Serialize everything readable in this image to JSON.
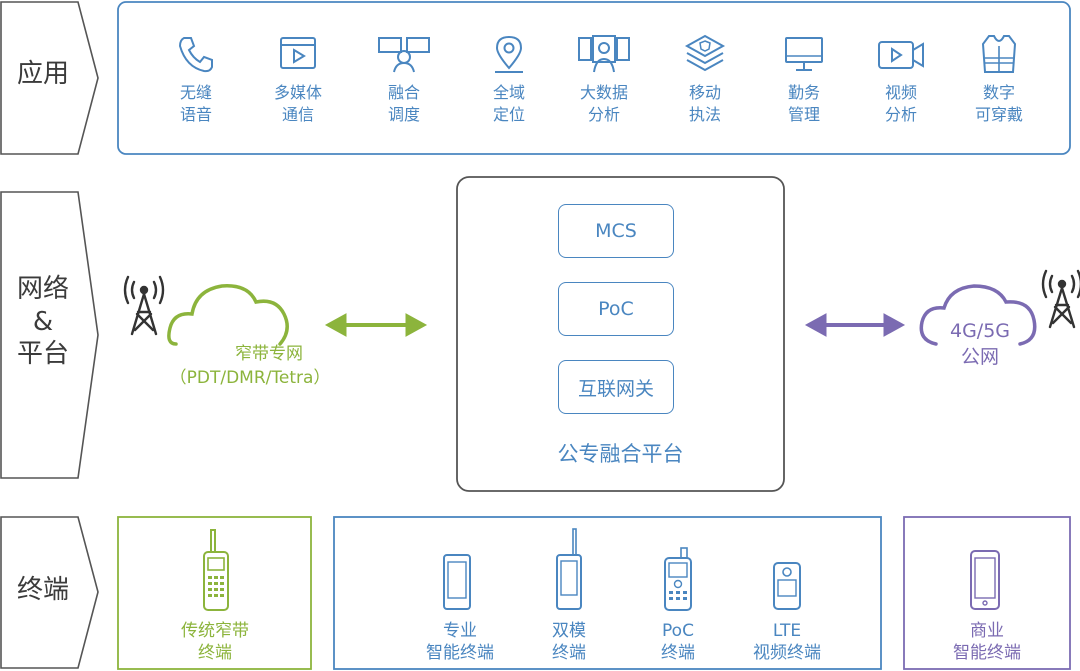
{
  "layers": {
    "application": "应用",
    "network": [
      "网络",
      "&",
      "平台"
    ],
    "terminal": "终端"
  },
  "applications": [
    {
      "icon": "phone-icon",
      "line1": "无缝",
      "line2": "语音"
    },
    {
      "icon": "multimedia-icon",
      "line1": "多媒体",
      "line2": "通信"
    },
    {
      "icon": "dispatch-icon",
      "line1": "融合",
      "line2": "调度"
    },
    {
      "icon": "location-pin-icon",
      "line1": "全域",
      "line2": "定位"
    },
    {
      "icon": "big-data-icon",
      "line1": "大数据",
      "line2": "分析"
    },
    {
      "icon": "layers-shield-icon",
      "line1": "移动",
      "line2": "执法"
    },
    {
      "icon": "monitor-icon",
      "line1": "勤务",
      "line2": "管理"
    },
    {
      "icon": "video-camera-icon",
      "line1": "视频",
      "line2": "分析"
    },
    {
      "icon": "vest-icon",
      "line1": "数字",
      "line2": "可穿戴"
    }
  ],
  "network": {
    "narrowband": {
      "name": "窄带专网",
      "sub": "（PDT/DMR/Tetra）"
    },
    "public": {
      "name": "4G/5G",
      "sub": "公网"
    },
    "platform": {
      "title": "公专融合平台",
      "modules": [
        "MCS",
        "PoC",
        "互联网关"
      ]
    }
  },
  "terminals": {
    "traditional": {
      "line1": "传统窄带",
      "line2": "终端"
    },
    "group": [
      {
        "line1": "专业",
        "line2": "智能终端"
      },
      {
        "line1": "双模",
        "line2": "终端"
      },
      {
        "line1": "PoC",
        "line2": "终端"
      },
      {
        "line1": "LTE",
        "line2": "视频终端"
      }
    ],
    "commercial": {
      "line1": "商业",
      "line2": "智能终端"
    }
  },
  "colors": {
    "blue": "#4a86c0",
    "green": "#8cb43c",
    "purple": "#7b6bb2",
    "gray": "#555555"
  }
}
